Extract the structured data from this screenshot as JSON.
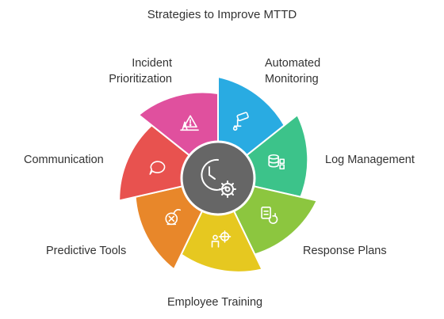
{
  "title": "Strategies to Improve MTTD",
  "center": {
    "icon": "clock-gear-icon",
    "color": "#666666"
  },
  "segments": [
    {
      "key": "monitoring",
      "lines": [
        "Automated",
        "Monitoring"
      ],
      "color": "#29ABE2",
      "icon": "security-camera-icon"
    },
    {
      "key": "log",
      "lines": [
        "Log Management"
      ],
      "color": "#3CC38A",
      "icon": "database-icon"
    },
    {
      "key": "response",
      "lines": [
        "Response Plans"
      ],
      "color": "#8CC63F",
      "icon": "clipboard-icon"
    },
    {
      "key": "training",
      "lines": [
        "Employee Training"
      ],
      "color": "#E6C820",
      "icon": "person-target-icon"
    },
    {
      "key": "predictive",
      "lines": [
        "Predictive Tools"
      ],
      "color": "#E8872A",
      "icon": "crystal-ball-icon"
    },
    {
      "key": "communication",
      "lines": [
        "Communication"
      ],
      "color": "#E8524F",
      "icon": "chat-bubble-icon"
    },
    {
      "key": "incident",
      "lines": [
        "Incident",
        "Prioritization"
      ],
      "color": "#E0509E",
      "icon": "warning-cone-icon"
    }
  ]
}
